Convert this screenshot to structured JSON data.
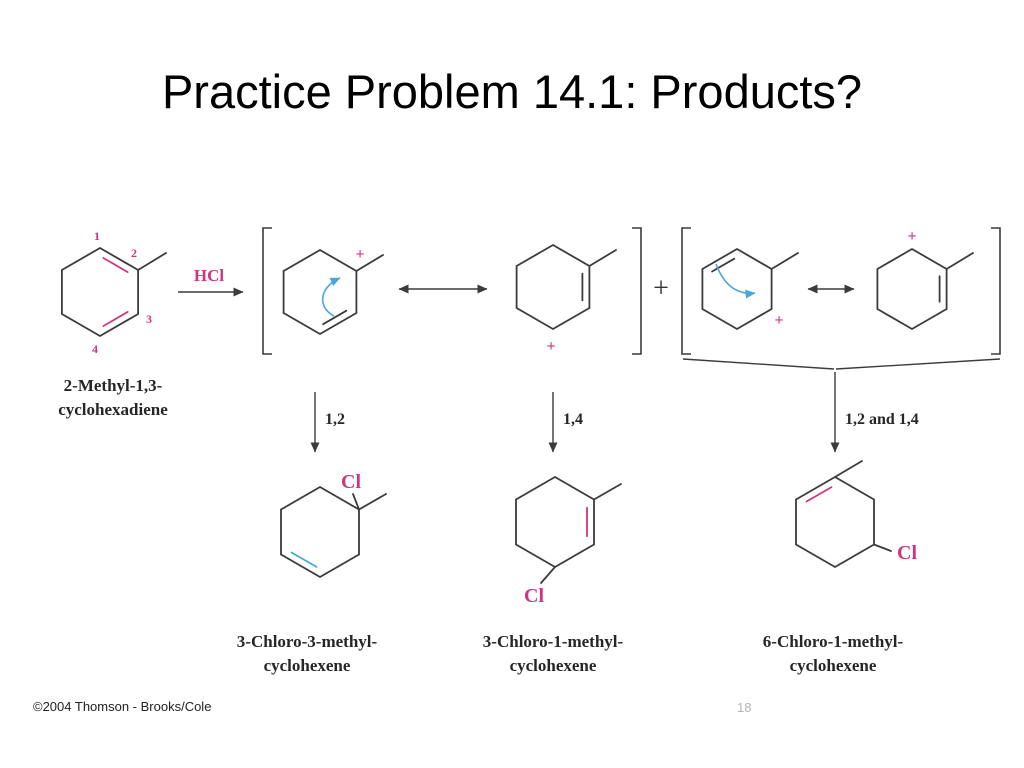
{
  "slide": {
    "title": "Practice Problem 14.1: Products?",
    "copyright": "©2004 Thomson - Brooks/Cole",
    "page_number": "18"
  },
  "colors": {
    "pink": "#d0367e",
    "blue": "#4aa6d6"
  },
  "scheme": {
    "reagent_label": "HCl",
    "plus_sign": "+",
    "charge": "+",
    "chlorine_label": "Cl",
    "starting_material": {
      "name_line1": "2-Methyl-1,3-",
      "name_line2": "cyclohexadiene",
      "atom_numbers": [
        "1",
        "2",
        "3",
        "4"
      ]
    },
    "pathway_labels": {
      "path12": "1,2",
      "path14": "1,4",
      "path12and14": "1,2 and 1,4"
    },
    "products": [
      {
        "name_line1": "3-Chloro-3-methyl-",
        "name_line2": "cyclohexene"
      },
      {
        "name_line1": "3-Chloro-1-methyl-",
        "name_line2": "cyclohexene"
      },
      {
        "name_line1": "6-Chloro-1-methyl-",
        "name_line2": "cyclohexene"
      }
    ]
  }
}
